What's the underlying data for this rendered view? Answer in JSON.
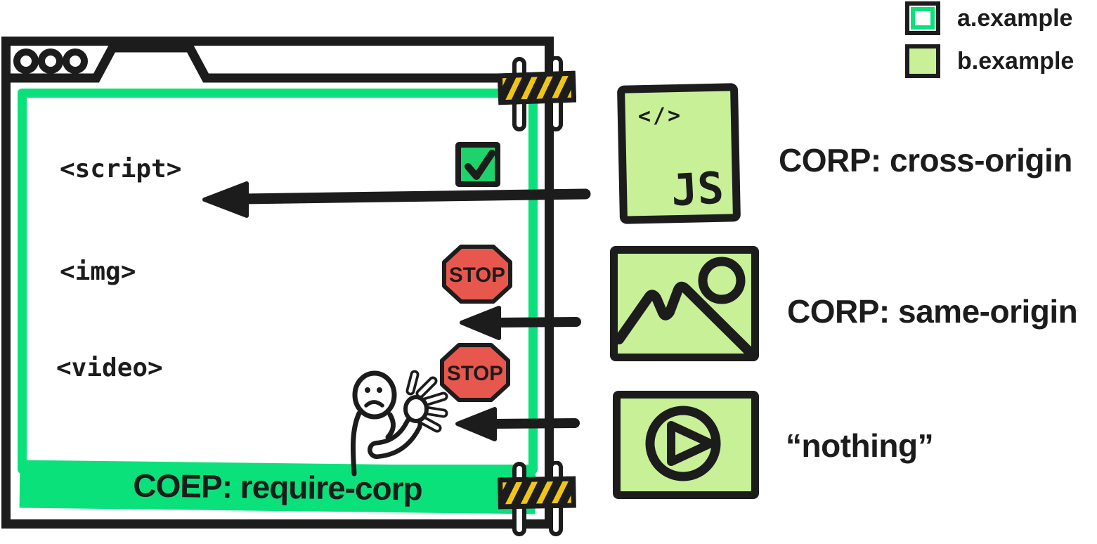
{
  "legend": {
    "items": [
      {
        "label": "a.example",
        "swatch": "white-with-green-outline"
      },
      {
        "label": "b.example",
        "swatch": "light-green-fill"
      }
    ]
  },
  "browser": {
    "tags": {
      "script": "<script>",
      "img": "<img>",
      "video": "<video>"
    },
    "coep_banner": "COEP: require-corp",
    "stop_label": "STOP"
  },
  "resources": {
    "js": {
      "code_glyph": "</>",
      "js_glyph": "JS",
      "label": "CORP: cross-origin"
    },
    "image": {
      "label": "CORP: same-origin"
    },
    "video": {
      "label": "“nothing”"
    }
  },
  "icons": [
    "browser-window-icon",
    "check-icon",
    "stop-sign-icon",
    "arrow-left-icon",
    "person-blocking-icon",
    "barrier-icon",
    "js-file-icon",
    "image-icon",
    "video-play-icon"
  ],
  "colors": {
    "bright_green": "#0ae17b",
    "check_green": "#1fd36c",
    "light_green": "#c8f097",
    "stop_red": "#e8574d",
    "barrier_yellow": "#f0c515",
    "ink": "#1c1c1c"
  }
}
